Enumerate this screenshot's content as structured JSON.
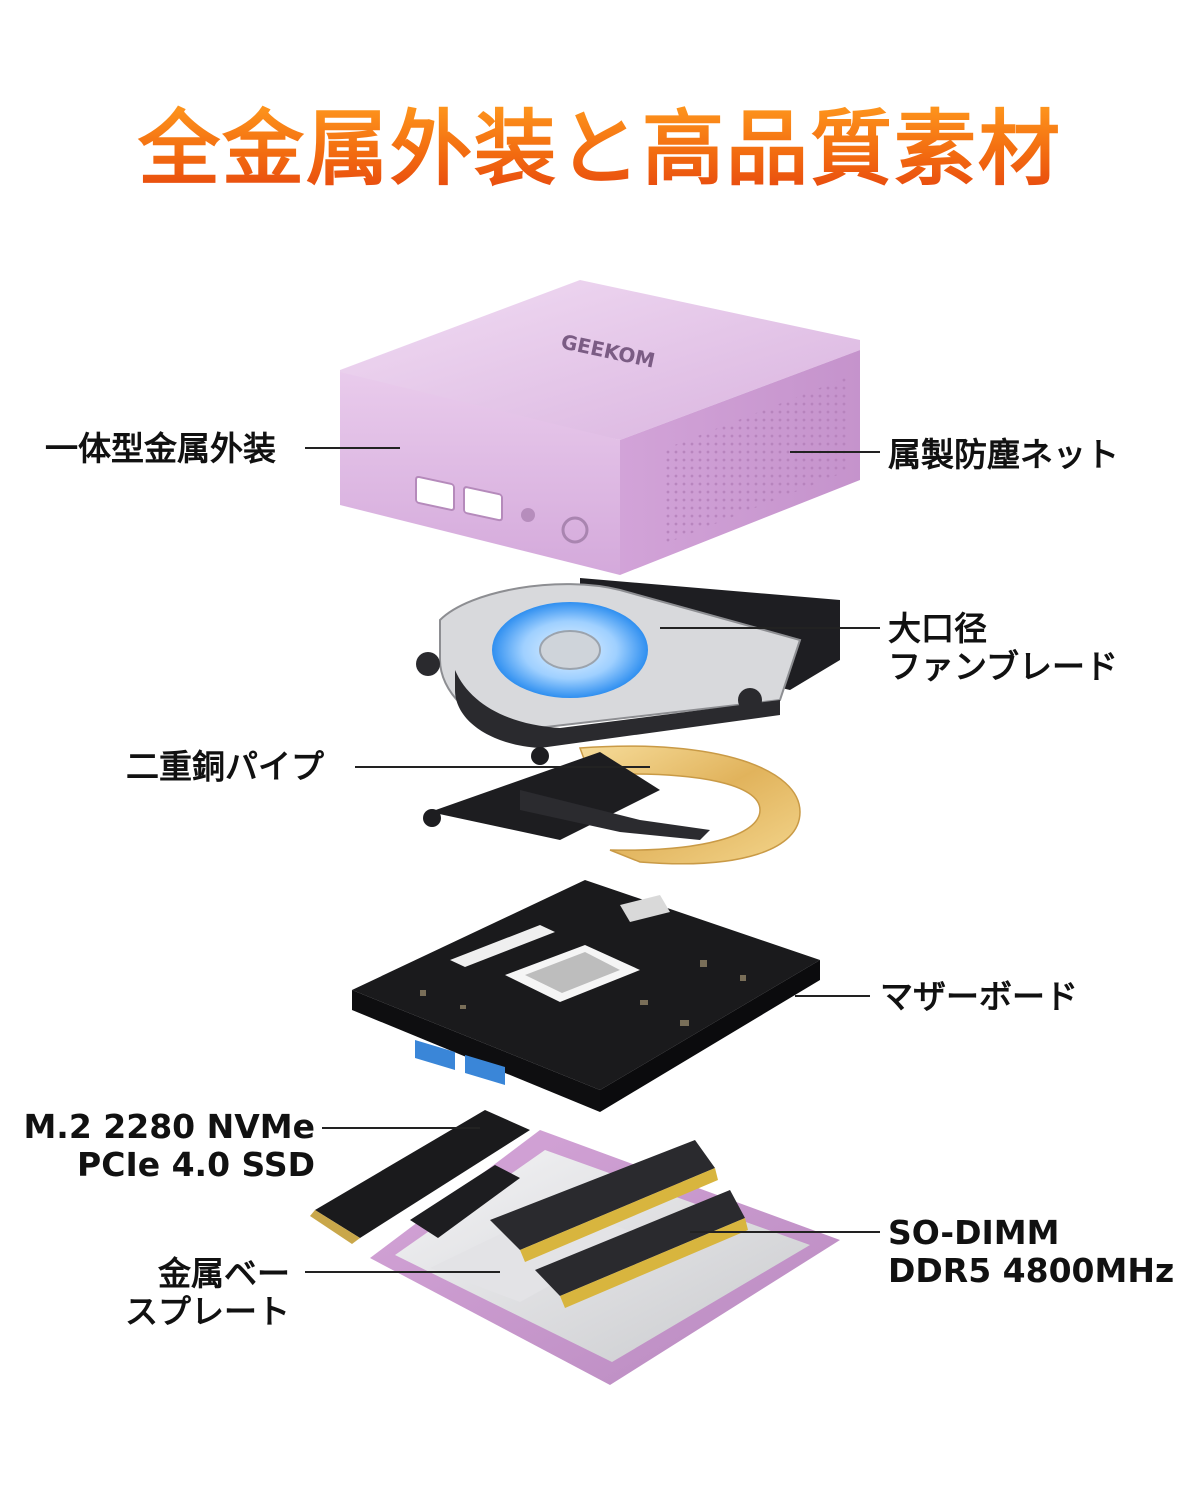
{
  "title": "全金属外装と高品質素材",
  "brand": "GEEKOM",
  "colors": {
    "title_orange": "#f26a10",
    "case_pink": "#e6c6ea",
    "copper": "#e8c274",
    "fan_blue": "#3aa0ff"
  },
  "labels": {
    "metal_case": "一体型金属外装",
    "dust_net": "属製防塵ネット",
    "fan_line1": "大口径",
    "fan_line2": "ファンブレード",
    "copper_pipe": "二重銅パイプ",
    "motherboard": "マザーボード",
    "ssd_line1": "M.2 2280 NVMe",
    "ssd_line2": "PCIe 4.0 SSD",
    "ram_line1": "SO-DIMM",
    "ram_line2": "DDR5 4800MHz",
    "base_line1": "金属ベー",
    "base_line2": "スプレート"
  }
}
